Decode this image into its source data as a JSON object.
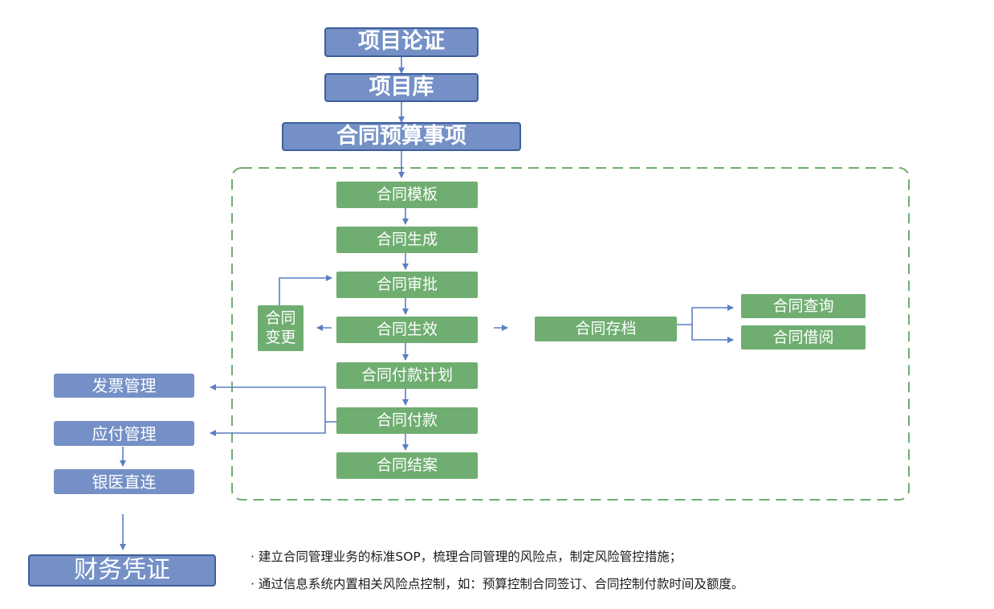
{
  "top_flow": {
    "project_demo": "项目论证",
    "project_library": "项目库",
    "contract_budget_items": "合同预算事项"
  },
  "contract_lifecycle": {
    "template": "合同模板",
    "generate": "合同生成",
    "approval": "合同审批",
    "effective": "合同生效",
    "payment_plan": "合同付款计划",
    "payment": "合同付款",
    "closure": "合同结案",
    "change": "合同\n变更",
    "archive": "合同存档",
    "query": "合同查询",
    "borrow": "合同借阅"
  },
  "finance": {
    "invoice_management": "发票管理",
    "payables_management": "应付管理",
    "bank_direct_link": "银医直连",
    "financial_voucher": "财务凭证"
  },
  "notes": [
    "建立合同管理业务的标准SOP，梳理合同管理的风险点，制定风险管控措施；",
    "通过信息系统内置相关风险点控制，如：预算控制合同签订、合同控制付款时间及额度。"
  ],
  "colors": {
    "blue_fill": "#7490c7",
    "blue_border": "#3e5f9c",
    "green_fill": "#6fae70",
    "dashed_border": "#6fae70",
    "arrow": "#5b7fc4"
  }
}
